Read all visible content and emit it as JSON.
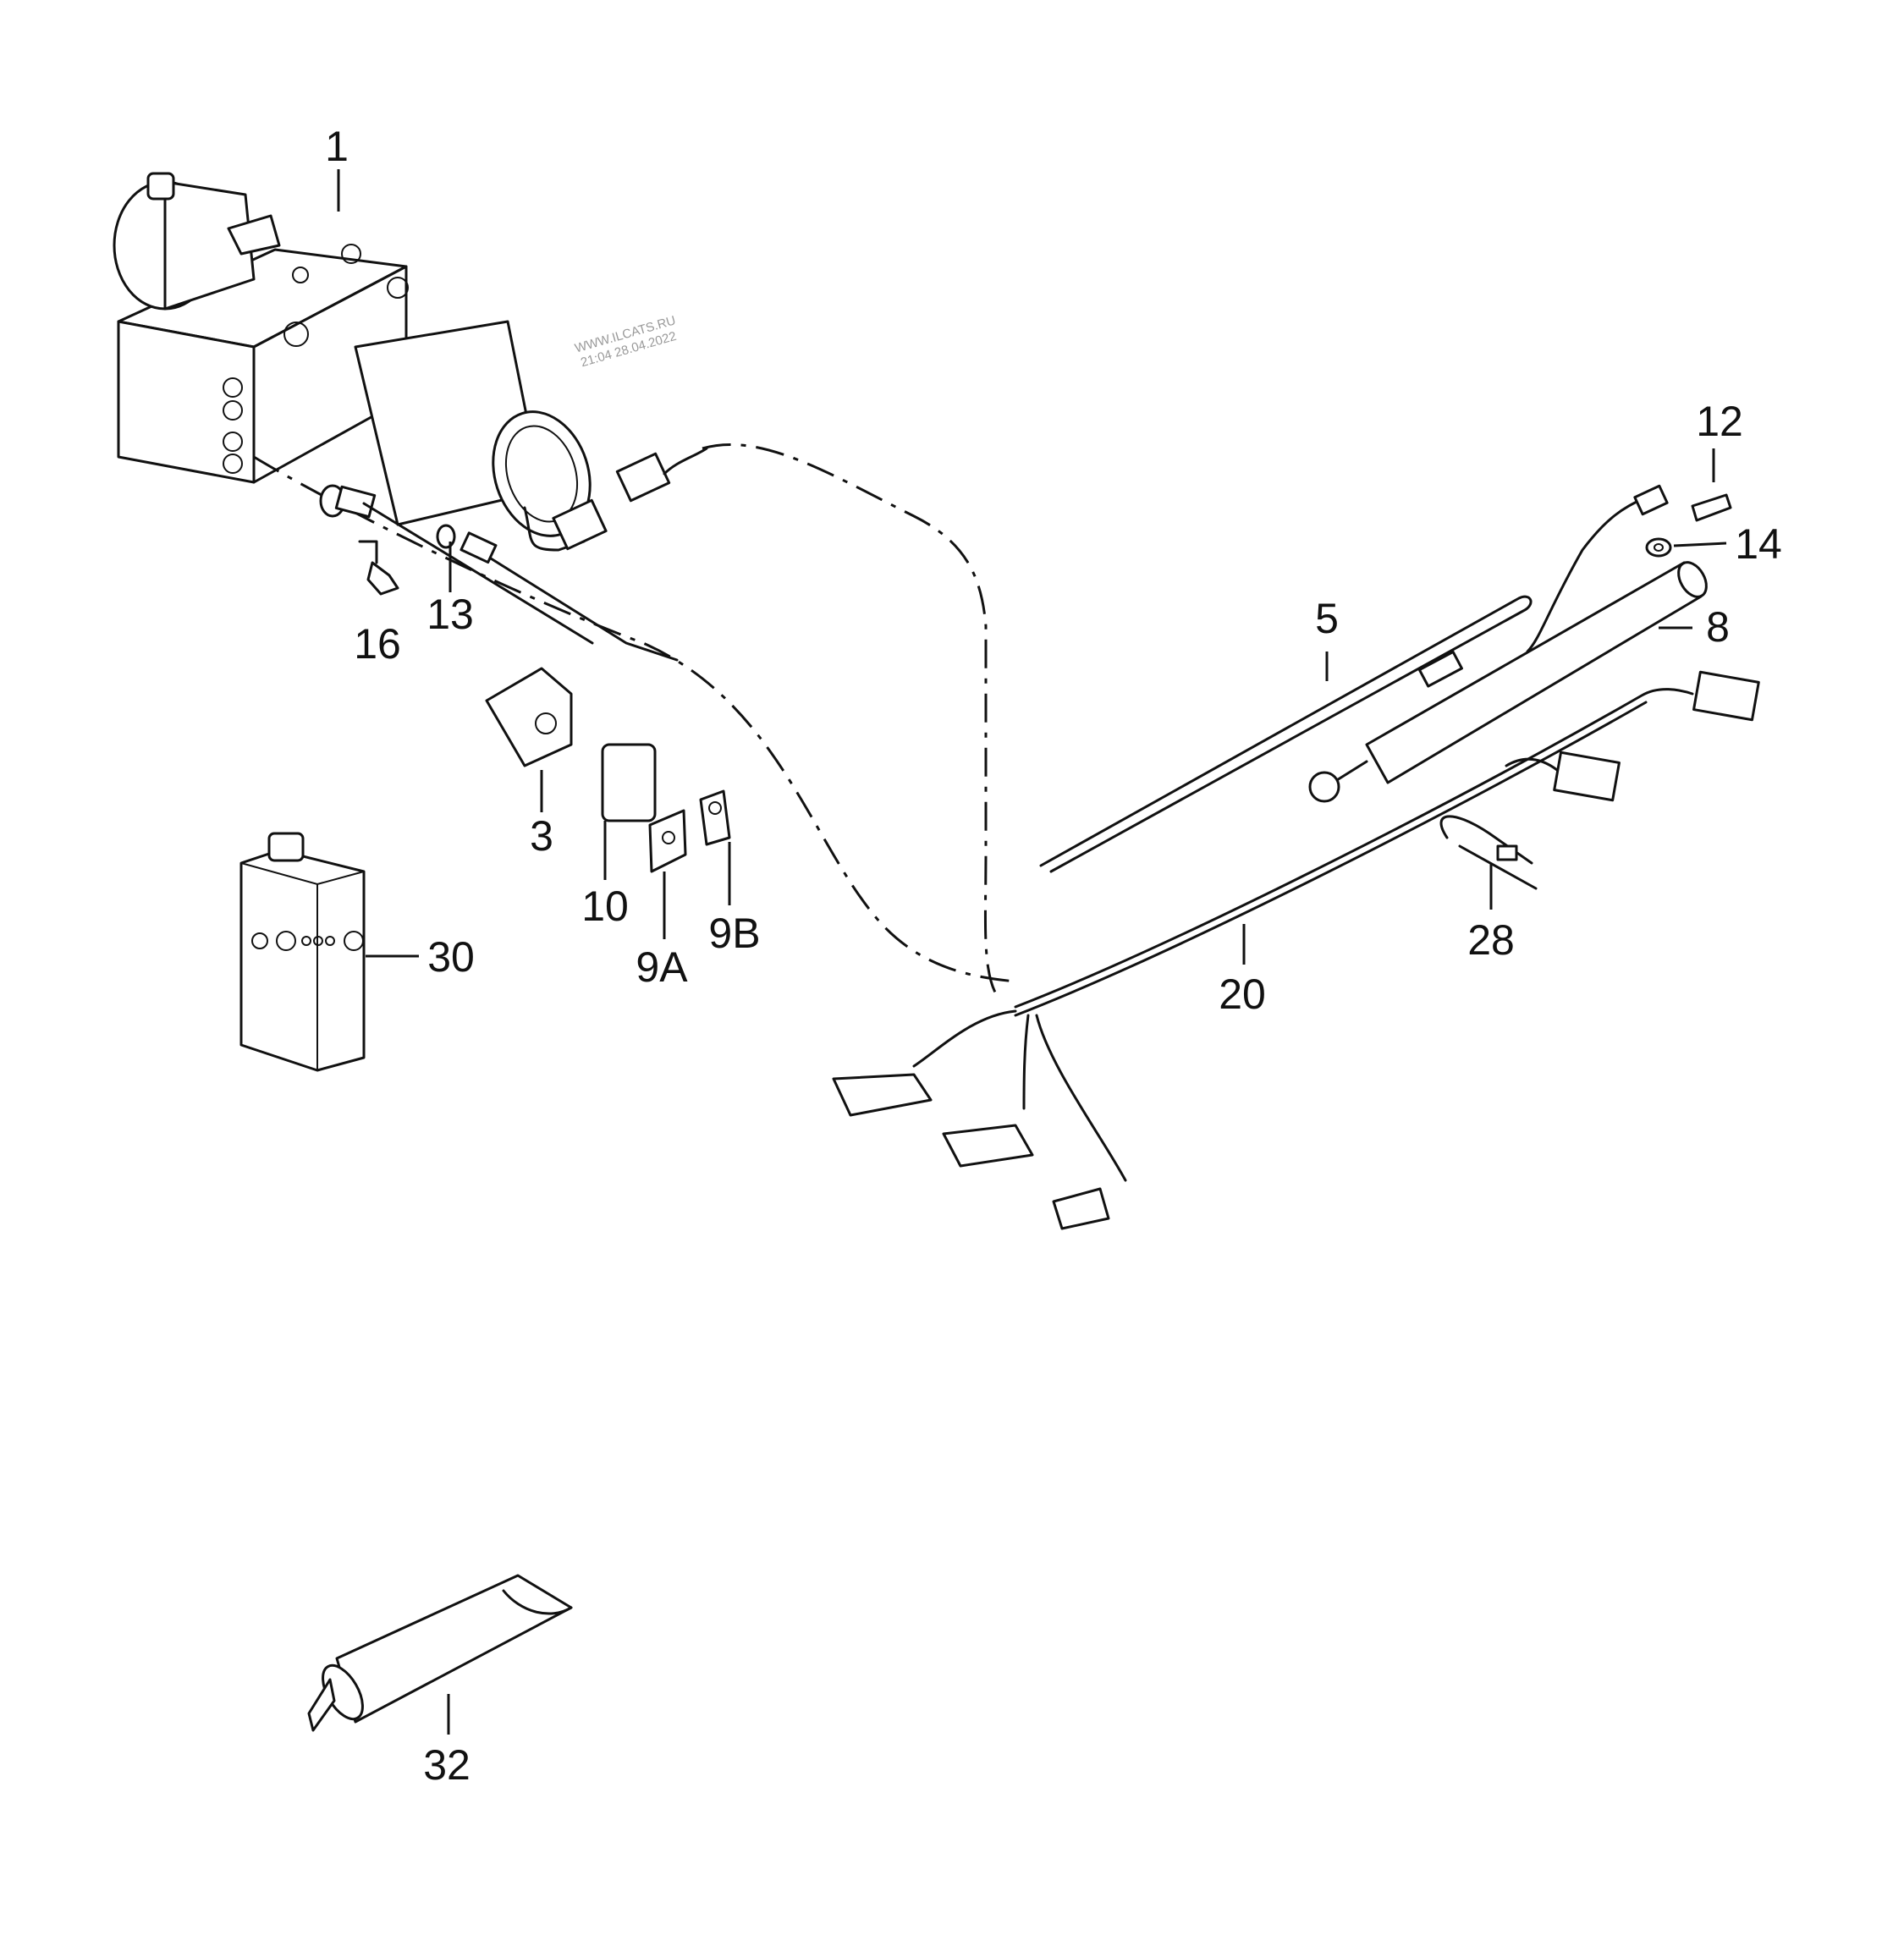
{
  "watermark": {
    "line1": "WWW.ILCATS.RU",
    "line2": "21:04 28.04.2022"
  },
  "callouts": {
    "c1": "1",
    "c3": "3",
    "c5": "5",
    "c8": "8",
    "c9a": "9A",
    "c9b": "9B",
    "c10": "10",
    "c12": "12",
    "c13": "13",
    "c14": "14",
    "c16": "16",
    "c20": "20",
    "c28": "28",
    "c30": "30",
    "c32": "32"
  }
}
